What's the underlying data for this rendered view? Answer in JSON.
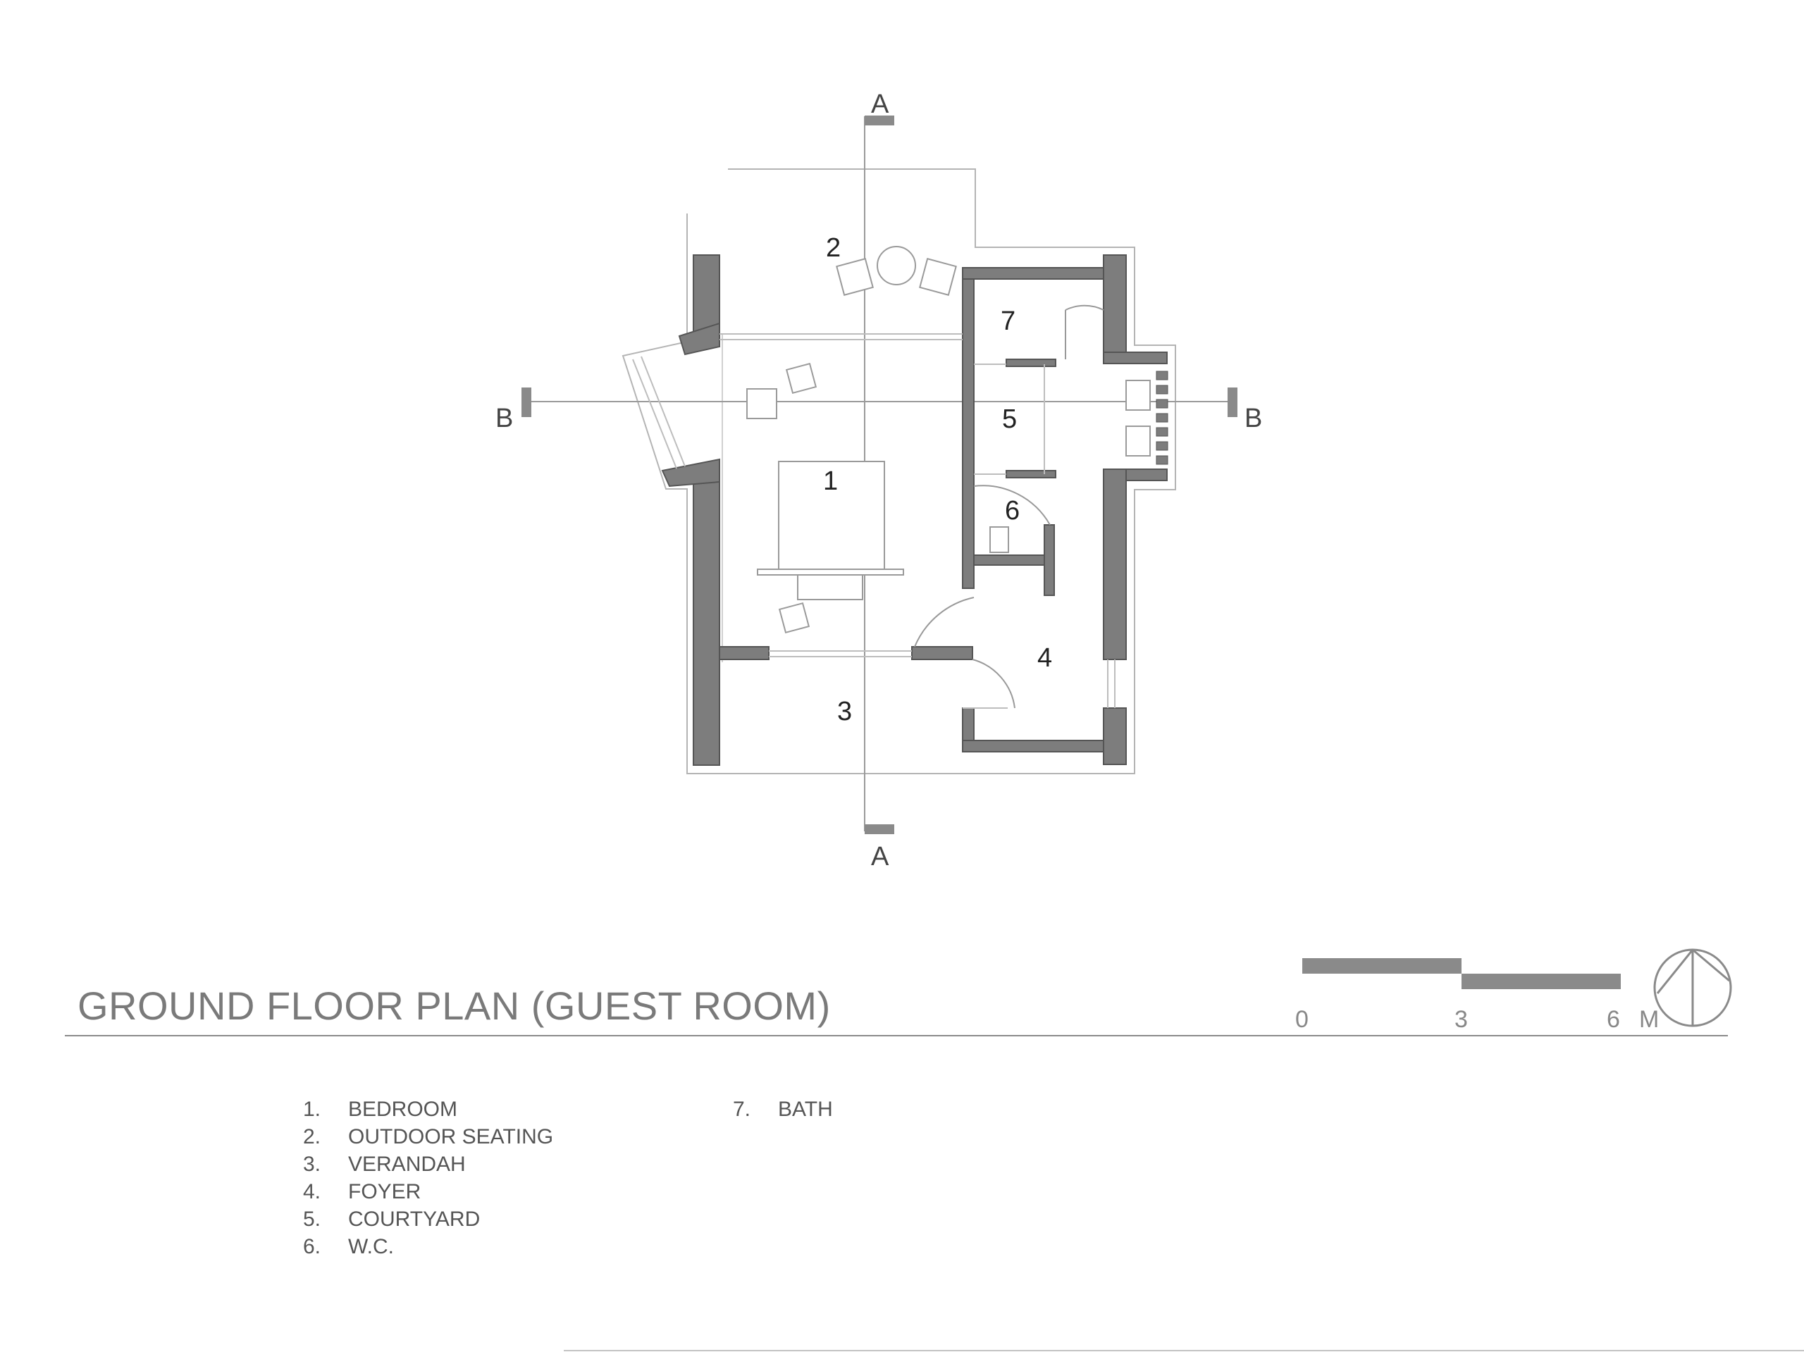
{
  "title": "GROUND FLOOR PLAN (GUEST ROOM)",
  "section_markers": {
    "a": "A",
    "b": "B"
  },
  "room_numbers": [
    "1",
    "2",
    "3",
    "4",
    "5",
    "6",
    "7"
  ],
  "legend": [
    {
      "num": "1.",
      "label": "BEDROOM"
    },
    {
      "num": "2.",
      "label": "OUTDOOR SEATING"
    },
    {
      "num": "3.",
      "label": "VERANDAH"
    },
    {
      "num": "4.",
      "label": "FOYER"
    },
    {
      "num": "5.",
      "label": "COURTYARD"
    },
    {
      "num": "6.",
      "label": "W.C."
    },
    {
      "num": "7.",
      "label": "BATH"
    }
  ],
  "scale_bar": {
    "ticks": [
      "0",
      "3",
      "6"
    ],
    "unit": "M"
  },
  "north_arrow": {
    "icon": "north-arrow-icon"
  },
  "colors": {
    "wall": "#7d7d7d",
    "line": "#a8a8a8",
    "text": "#444444"
  }
}
